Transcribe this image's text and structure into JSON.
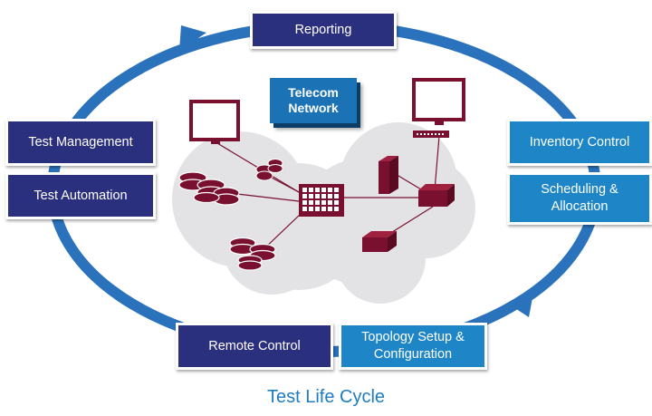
{
  "diagram": {
    "caption": "Test Life Cycle",
    "center_label": "Telecom Network",
    "stages": {
      "reporting": "Reporting",
      "inventory_control": "Inventory Control",
      "scheduling": "Scheduling & Allocation",
      "topology": "Topology Setup & Configuration",
      "remote_control": "Remote Control",
      "test_automation": "Test Automation",
      "test_management": "Test Management"
    },
    "colors": {
      "ring": "#2a72bb",
      "dark_box": "#2a2f7e",
      "light_box": "#1e86c6",
      "device": "#7a1030",
      "cloud": "#e3e3e5",
      "caption": "#1e7cc0"
    }
  }
}
